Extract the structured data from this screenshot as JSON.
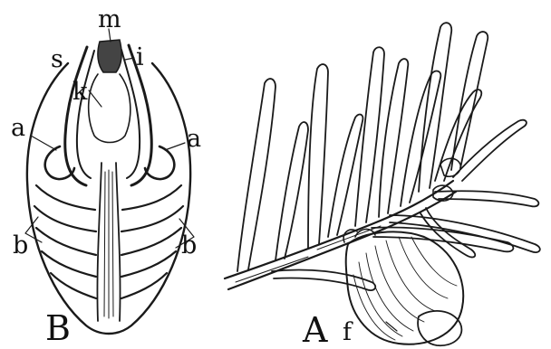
{
  "figure": {
    "panel_b": {
      "letter": "B",
      "labels": {
        "m": "m",
        "s": "s",
        "i": "i",
        "k": "k",
        "a_left": "a",
        "a_right": "a",
        "b_left": "b",
        "b_right": "b"
      }
    },
    "panel_a": {
      "letter": "A",
      "labels": {
        "f": "f"
      }
    },
    "colors": {
      "ink": "#1a1a1a",
      "background": "#ffffff"
    }
  }
}
